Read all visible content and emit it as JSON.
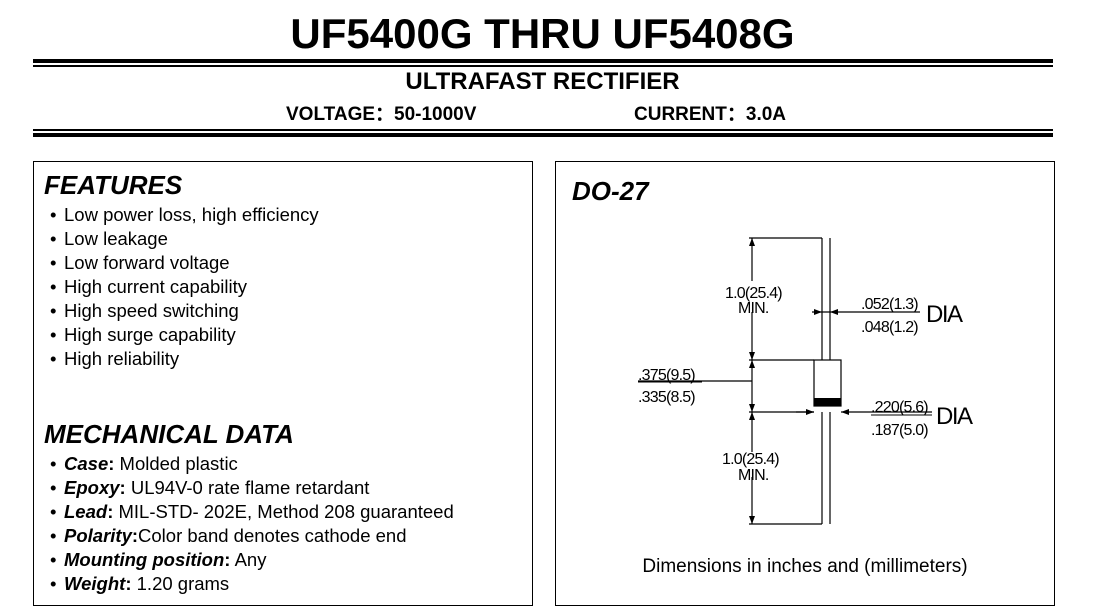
{
  "header": {
    "title": "UF5400G THRU UF5408G",
    "subtitle": "ULTRAFAST RECTIFIER",
    "voltage": "VOLTAGE：50-1000V",
    "current": "CURRENT：3.0A"
  },
  "features": {
    "heading": "FEATURES",
    "items": [
      "Low power loss, high efficiency",
      "Low leakage",
      "Low forward voltage",
      "High current capability",
      "High speed switching",
      "High surge capability",
      "High reliability"
    ]
  },
  "mechanical": {
    "heading": "MECHANICAL DATA",
    "items": [
      {
        "key": "Case",
        "sep": ":",
        "value": " Molded plastic"
      },
      {
        "key": "Epoxy",
        "sep": ":",
        "value": " UL94V-0 rate flame retardant"
      },
      {
        "key": "Lead",
        "sep": ":",
        "value": " MIL-STD- 202E, Method 208 guaranteed"
      },
      {
        "key": "Polarity",
        "sep": ":",
        "value": "Color band denotes cathode end"
      },
      {
        "key": "Mounting position",
        "sep": ":",
        "value": " Any"
      },
      {
        "key": "Weight",
        "sep": ":",
        "value": " 1.20 grams"
      }
    ]
  },
  "package": {
    "name": "DO-27",
    "lead_length_top": "1.0(25.4)",
    "lead_length_top_sub": "MIN.",
    "lead_dia_max": ".052(1.3)",
    "lead_dia_min": ".048(1.2)",
    "lead_dia_label": "DIA",
    "body_len_max": ".375(9.5)",
    "body_len_min": ".335(8.5)",
    "body_dia_max": ".220(5.6)",
    "body_dia_min": ".187(5.0)",
    "body_dia_label": "DIA",
    "lead_length_bottom": "1.0(25.4)",
    "lead_length_bottom_sub": "MIN.",
    "caption": "Dimensions in inches and (millimeters)"
  }
}
